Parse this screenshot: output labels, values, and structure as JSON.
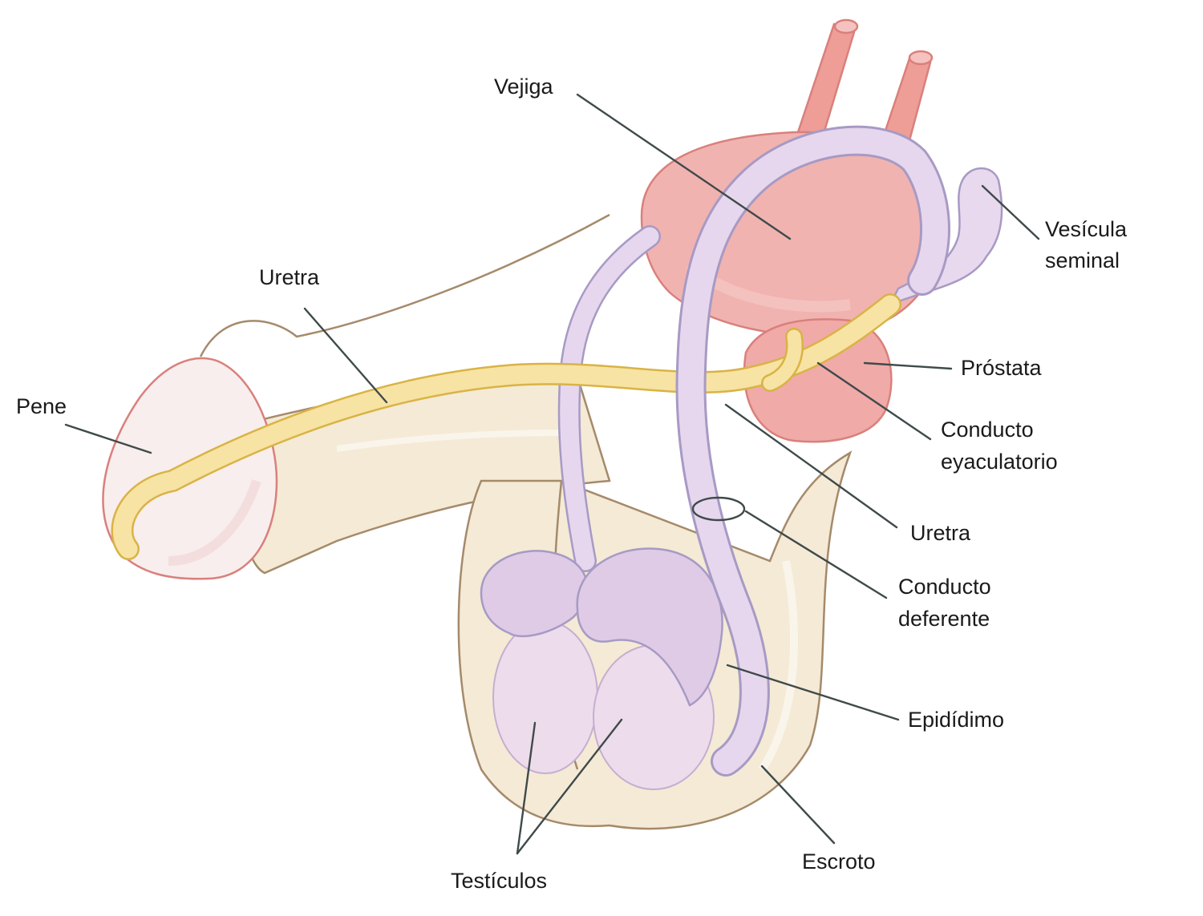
{
  "labels": {
    "vejiga": "Vejiga",
    "vesicula_line1": "Vesícula",
    "vesicula_line2": "seminal",
    "uretra_top": "Uretra",
    "pene": "Pene",
    "prostata": "Próstata",
    "conducto_eyac_line1": "Conducto",
    "conducto_eyac_line2": "eyaculatorio",
    "uretra_right": "Uretra",
    "conducto_def_line1": "Conducto",
    "conducto_def_line2": "deferente",
    "epididimo": "Epidídimo",
    "escroto": "Escroto",
    "testiculos": "Testículos"
  },
  "colors": {
    "bladder": "#f1b3b0",
    "bladder_outline": "#d9807c",
    "prostate": "#f0aaa8",
    "seminal_vesicle": "#e9d9ee",
    "vas_deferens": "#e6d7ee",
    "vas_outline": "#a79ac4",
    "urethra": "#f7e3a3",
    "urethra_outline": "#d9b346",
    "glans": "#f8eeee",
    "glans_outline": "#d9807c",
    "skin": "#f4ead6",
    "skin_outline": "#a58a6a",
    "testis": "#eddcec",
    "epididymis": "#dfcbe6",
    "leader_line": "#3f4a4a"
  }
}
